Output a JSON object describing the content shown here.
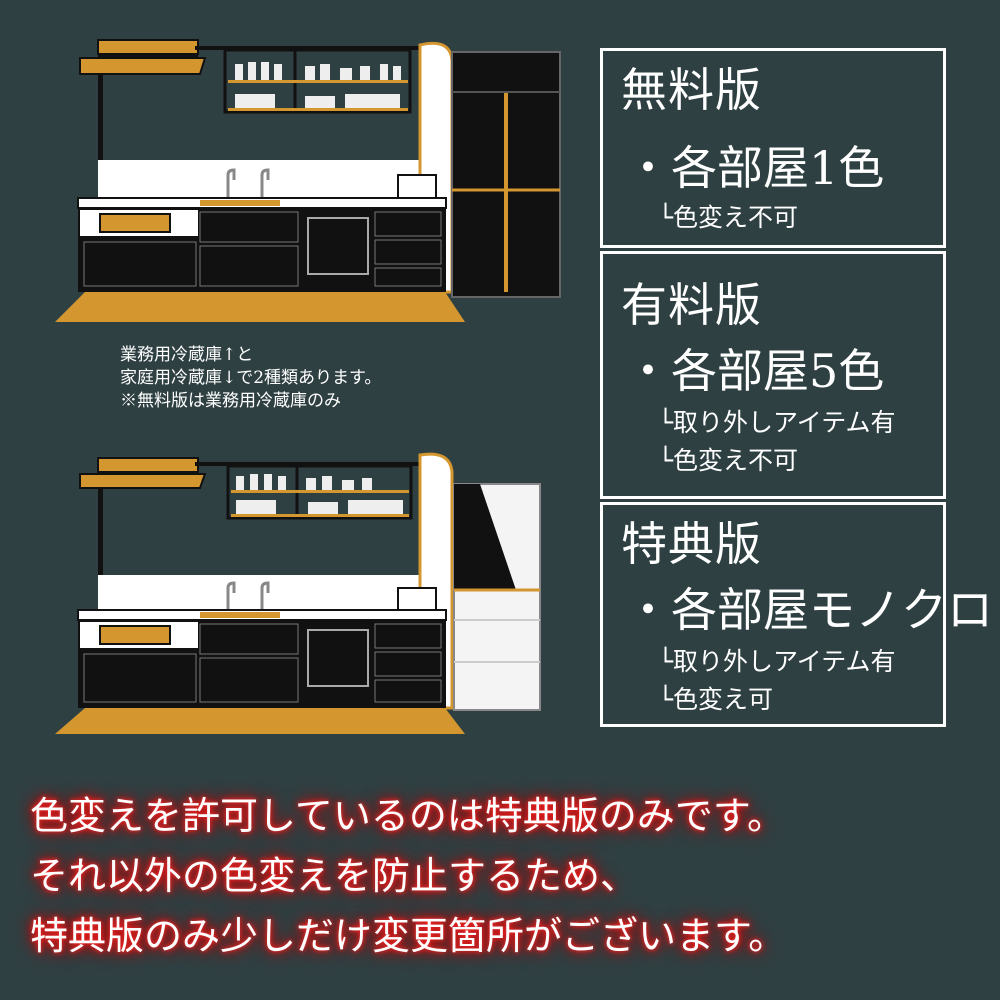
{
  "note": {
    "line1": "業務用冷蔵庫↑と",
    "line2": "家庭用冷蔵庫↓で2種類あります。",
    "line3": "※無料版は業務用冷蔵庫のみ"
  },
  "panels": [
    {
      "title": "無料版",
      "feature": "・各部屋1色",
      "subs": [
        "└色変え不可"
      ]
    },
    {
      "title": "有料版",
      "feature": "・各部屋5色",
      "subs": [
        "└取り外しアイテム有",
        "└色変え不可"
      ]
    },
    {
      "title": "特典版",
      "feature": "・各部屋モノクロ",
      "subs": [
        "└取り外しアイテム有",
        "└色変え可"
      ]
    }
  ],
  "notice": {
    "line1": "色変えを許可しているのは特典版のみです。",
    "line2": "それ以外の色変えを防止するため、",
    "line3": "特典版のみ少しだけ変更箇所がございます。"
  },
  "colors": {
    "background": "#2f4043",
    "accent": "#d4962e",
    "cabinet": "#111111",
    "glow": "#e01818"
  }
}
